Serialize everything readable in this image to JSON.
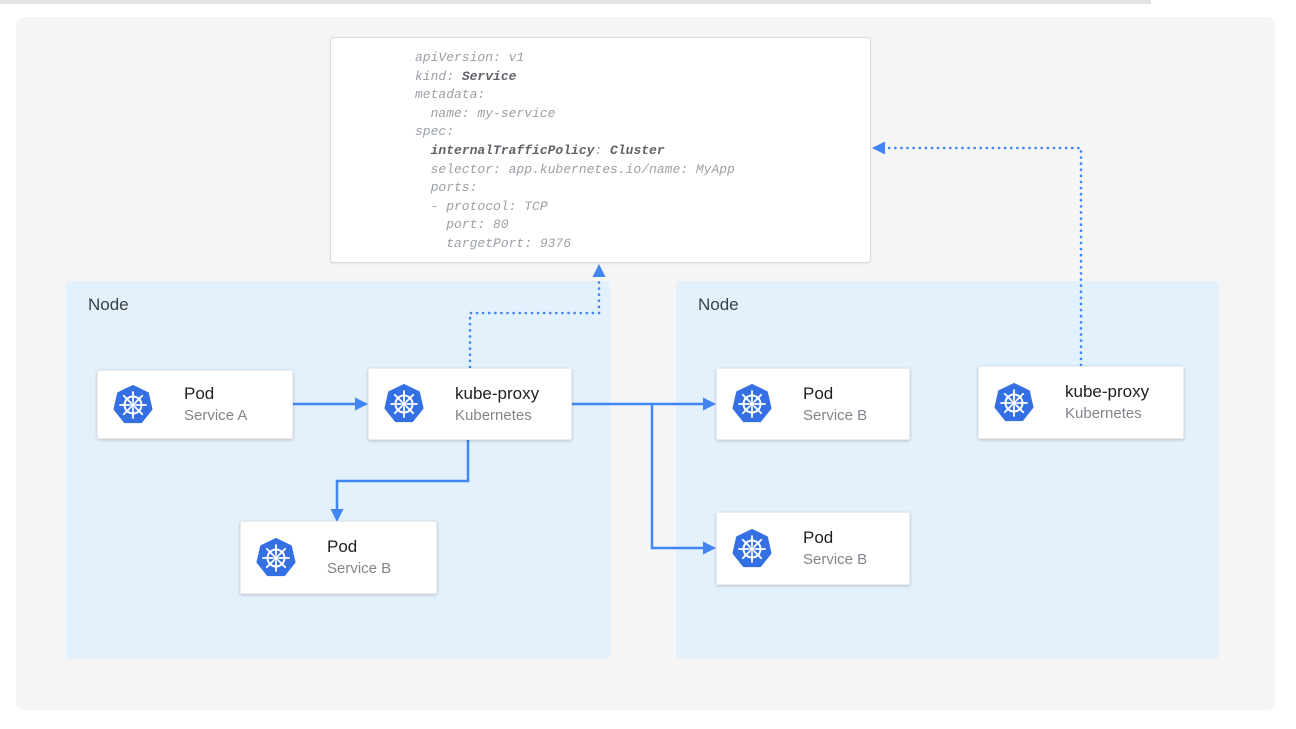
{
  "colors": {
    "arrow_blue": "#4285f4",
    "kubernetes_blue": "#3470e4",
    "node_background": "#e3f1fc",
    "panel_background": "#f5f5f6",
    "yaml_regular_text": "#9aa0a6",
    "yaml_bold_text": "#5f6368"
  },
  "yaml": {
    "l1": "apiVersion: v1",
    "l2a": "kind: ",
    "l2b": "Service",
    "l3": "metadata:",
    "l4": "  name: my-service",
    "l5": "spec:",
    "l6a": "  ",
    "l6b": "internalTrafficPolicy",
    "l6c": ": ",
    "l6d": "Cluster",
    "l7": "  selector: app.kubernetes.io/name: MyApp",
    "l8": "  ports:",
    "l9": "  - protocol: TCP",
    "l10": "    port: 80",
    "l11": "    targetPort: 9376"
  },
  "nodes": {
    "left_label": "Node",
    "right_label": "Node"
  },
  "cards": {
    "left_pod_a": {
      "title": "Pod",
      "subtitle": "Service A"
    },
    "left_kube_proxy": {
      "title": "kube-proxy",
      "subtitle": "Kubernetes"
    },
    "left_pod_b": {
      "title": "Pod",
      "subtitle": "Service B"
    },
    "right_pod_top": {
      "title": "Pod",
      "subtitle": "Service B"
    },
    "right_pod_bottom": {
      "title": "Pod",
      "subtitle": "Service B"
    },
    "right_kube_proxy": {
      "title": "kube-proxy",
      "subtitle": "Kubernetes"
    }
  }
}
